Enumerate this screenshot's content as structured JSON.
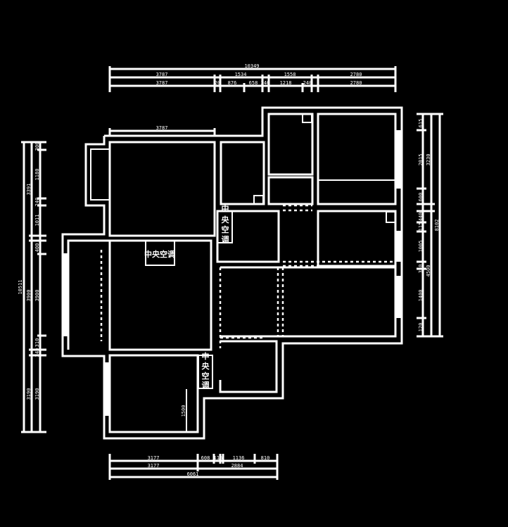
{
  "colors": {
    "background": "#000000",
    "lines": "#ffffff"
  },
  "dimensions": {
    "top": {
      "total": "10349",
      "row2": [
        "3787",
        "1534",
        "1558",
        "2780"
      ],
      "row3": [
        "3787",
        "20",
        "876",
        "658",
        "240",
        "1218",
        "240",
        "2780"
      ],
      "inner": "3787"
    },
    "left": {
      "total": "10511",
      "mid": [
        "3391",
        "3900",
        "3190"
      ],
      "inner": [
        "300",
        "1180",
        "240",
        "1011",
        "400",
        "3900",
        "310",
        "240",
        "3190"
      ]
    },
    "right": {
      "total": "8102",
      "mid": [
        "3230",
        "4500"
      ],
      "inner": [
        "615",
        "2015",
        "600",
        "440",
        "115",
        "1005",
        "320",
        "1400",
        "120"
      ]
    },
    "bottom": {
      "row1": [
        "3177",
        "608",
        "115",
        "1136",
        "810"
      ],
      "row2": [
        "3177",
        "2884"
      ],
      "total": "6061"
    },
    "room": "1500"
  },
  "labels": {
    "ac_horizontal": "中央空调",
    "ac_vertical_1": [
      "中",
      "央",
      "空",
      "调"
    ],
    "ac_vertical_2": [
      "中",
      "央",
      "空",
      "调"
    ]
  }
}
